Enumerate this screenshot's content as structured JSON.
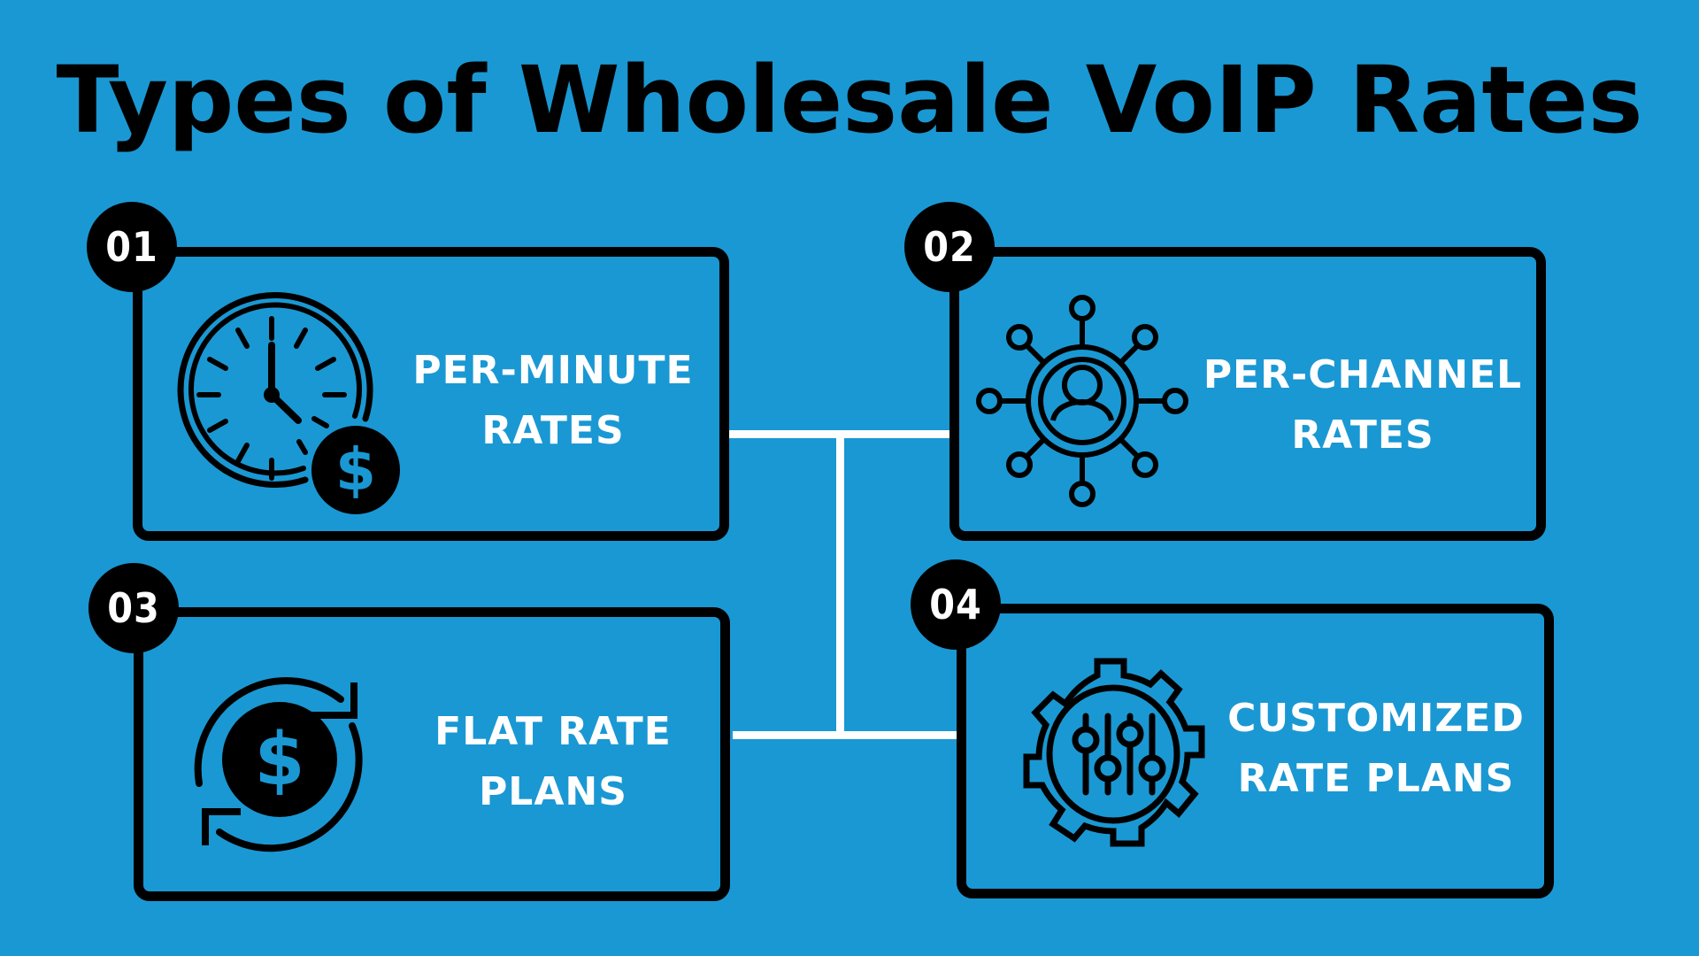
{
  "title": "Types of Wholesale VoIP Rates",
  "colors": {
    "background": "#1a98d3",
    "border": "#000000",
    "label_text": "#ffffff",
    "connector": "#ffffff",
    "title_text": "#000000"
  },
  "cards": [
    {
      "number": "01",
      "icon": "clock-dollar-icon",
      "label_line1": "PER-MINUTE",
      "label_line2": "RATES"
    },
    {
      "number": "02",
      "icon": "user-network-icon",
      "label_line1": "PER-CHANNEL",
      "label_line2": "RATES"
    },
    {
      "number": "03",
      "icon": "dollar-cycle-icon",
      "label_line1": "FLAT RATE",
      "label_line2": "PLANS"
    },
    {
      "number": "04",
      "icon": "gear-sliders-icon",
      "label_line1": "CUSTOMIZED",
      "label_line2": "RATE PLANS"
    }
  ]
}
